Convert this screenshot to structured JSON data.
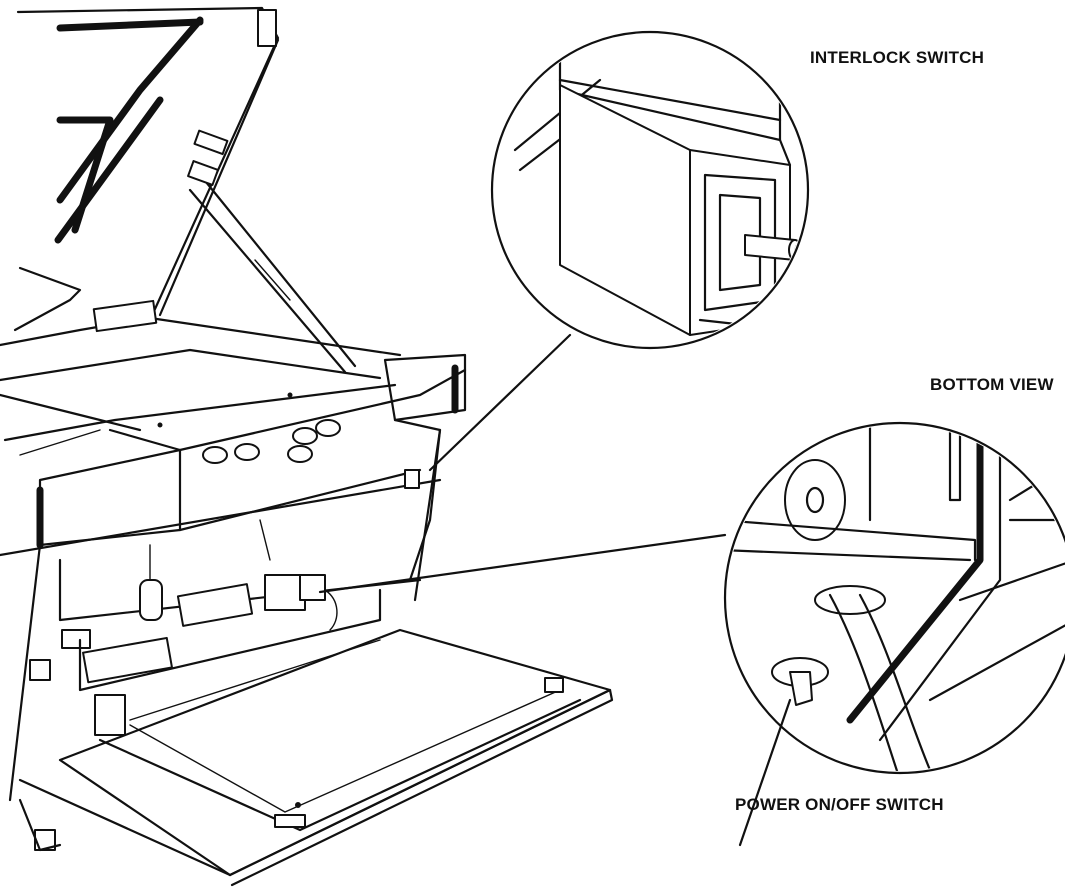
{
  "labels": {
    "interlock_switch": "INTERLOCK SWITCH",
    "bottom_view": "BOTTOM VIEW",
    "power_switch": "POWER ON/OFF SWITCH"
  },
  "colors": {
    "ink": "#111111",
    "paper": "#ffffff"
  }
}
